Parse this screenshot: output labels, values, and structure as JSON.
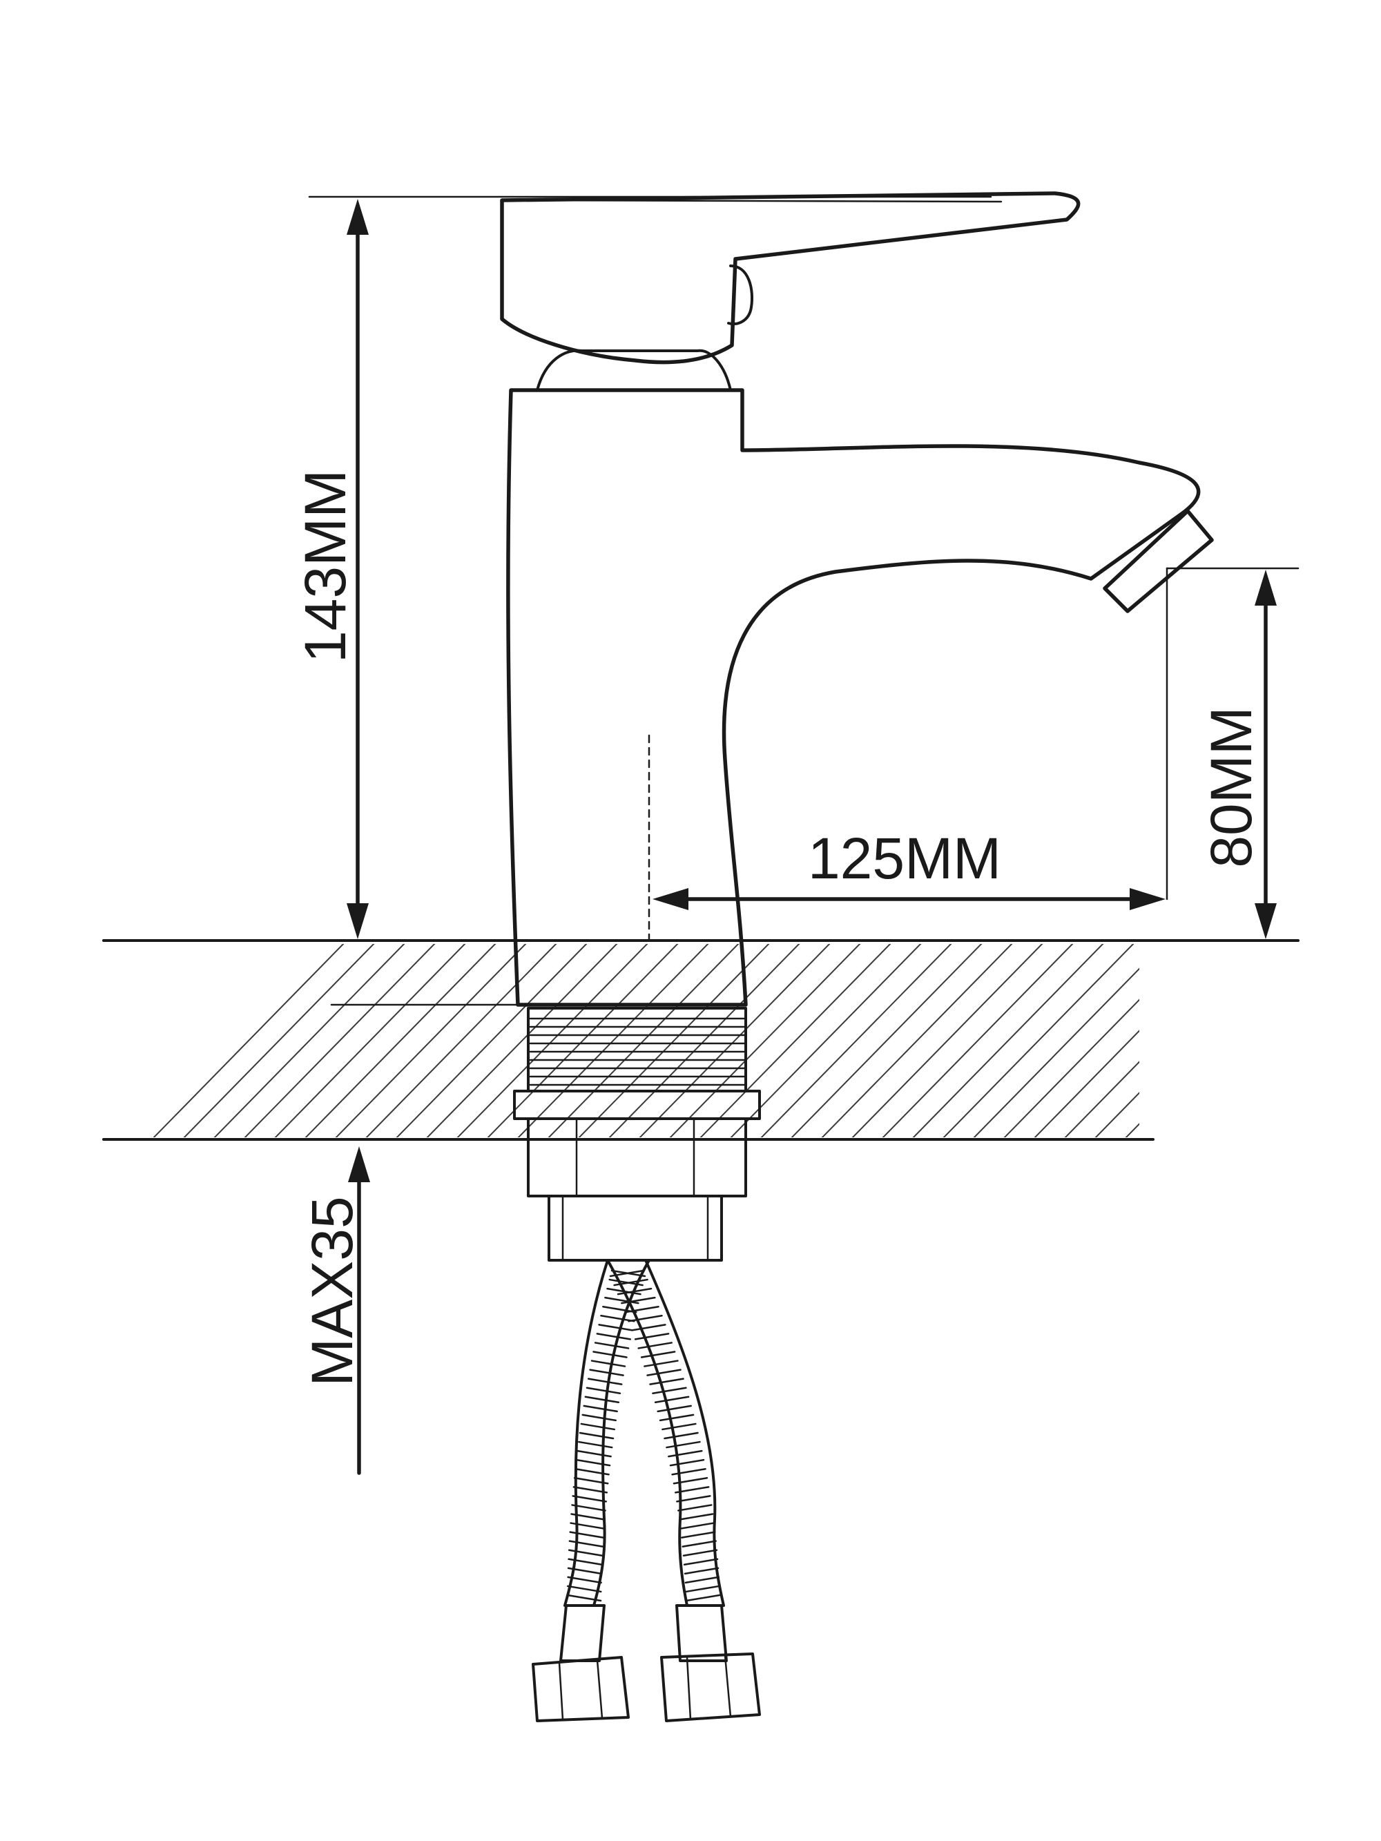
{
  "dimensions": {
    "total_height": "143MM",
    "spout_height": "80MM",
    "spout_reach": "125MM",
    "max_counter_thickness": "MAX35"
  },
  "colors": {
    "line": "#1a1a1a",
    "hatch": "#3a3a3a",
    "background": "#ffffff"
  }
}
